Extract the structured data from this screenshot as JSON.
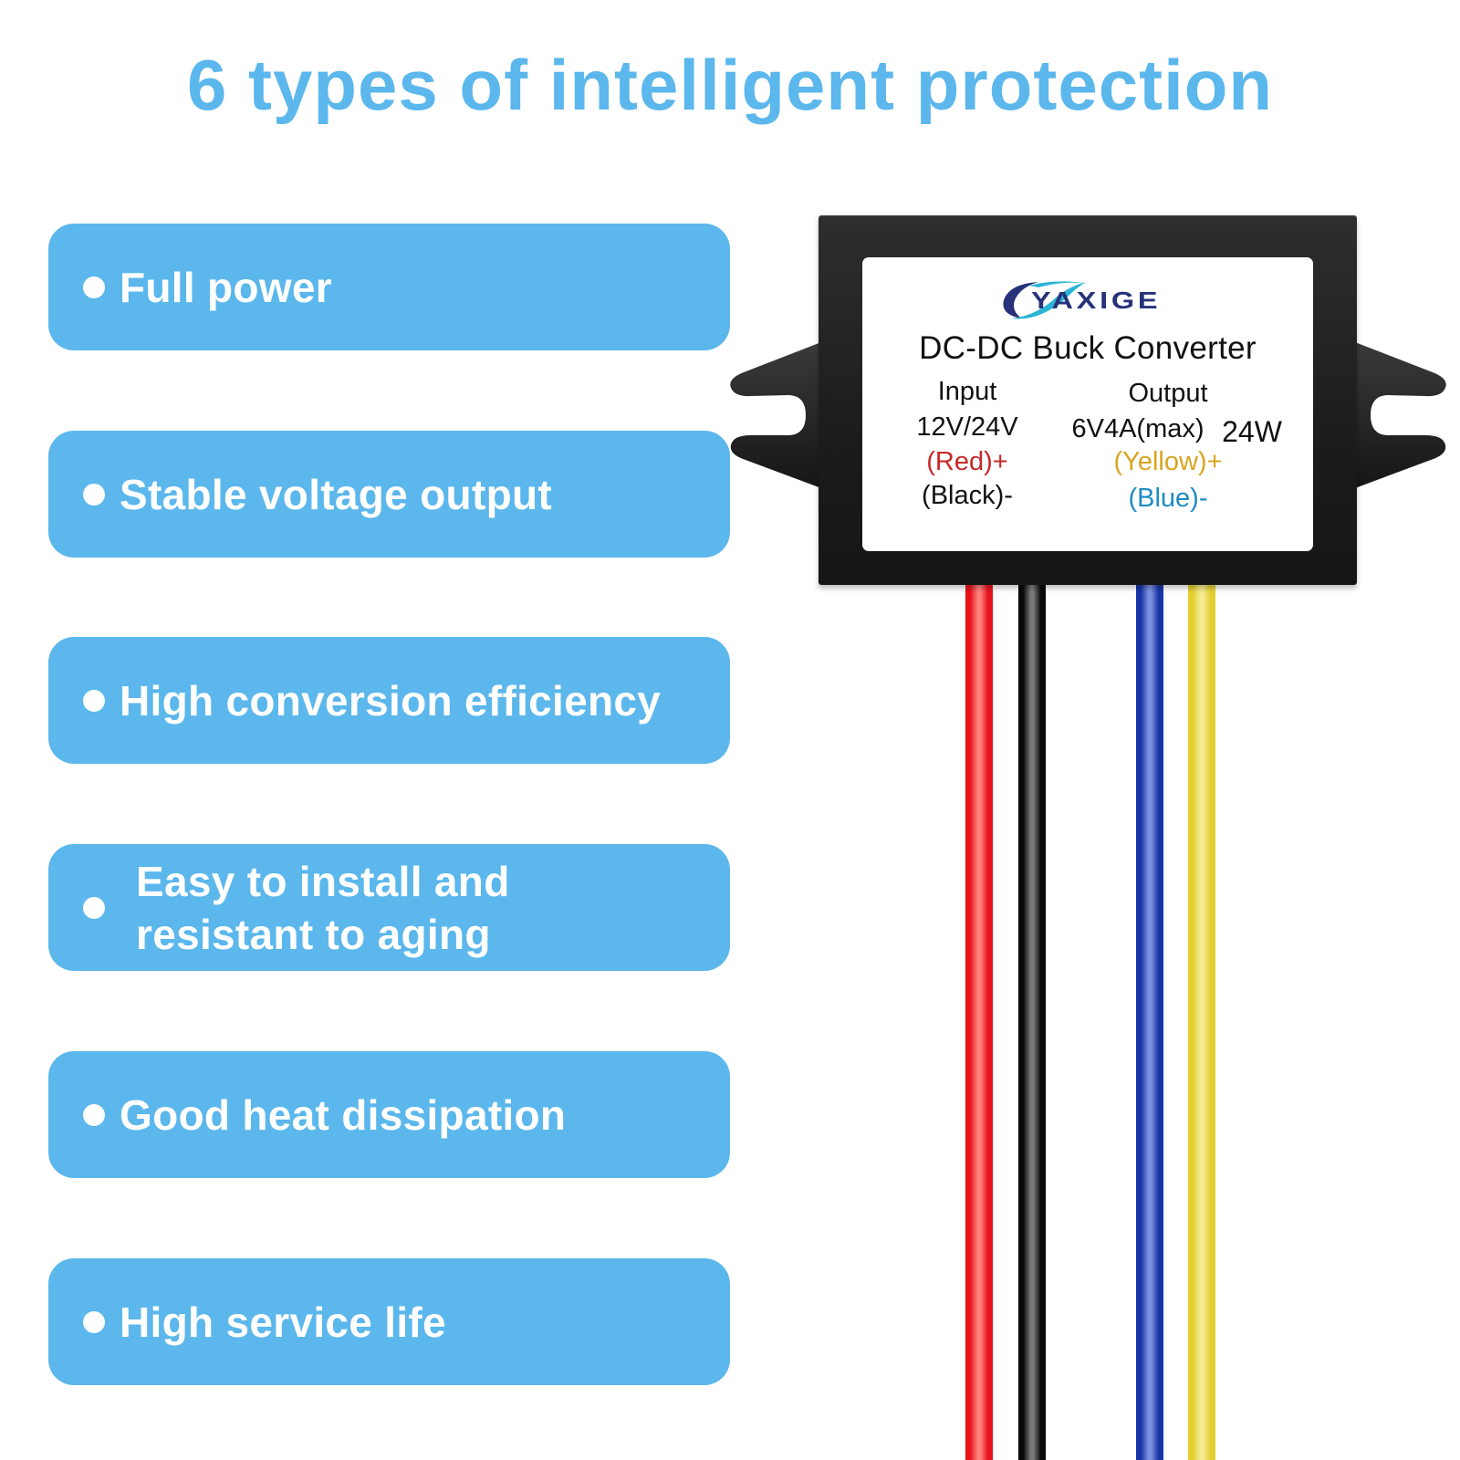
{
  "headline": {
    "text": "6 types of intelligent protection",
    "color": "#5BB7EC"
  },
  "features": {
    "background_color": "#5BB7EC",
    "text_color": "#FFFFFF",
    "items": [
      {
        "label": "Full power"
      },
      {
        "label": "Stable voltage output"
      },
      {
        "label": "High conversion efficiency"
      },
      {
        "label": "Easy to install and\nresistant to aging"
      },
      {
        "label": "Good heat dissipation"
      },
      {
        "label": "High service life"
      }
    ]
  },
  "device": {
    "brand": {
      "name": "YAXIGE",
      "primary_color": "#27327A",
      "accent_color": "#2AB4D6"
    },
    "title": "DC-DC Buck Converter",
    "input": {
      "heading": "Input",
      "voltage": "12V/24V",
      "positive": "(Red)+",
      "negative": "(Black)-",
      "positive_color": "#C62828",
      "negative_color": "#111111"
    },
    "output": {
      "heading": "Output",
      "rating": "6V4A(max)",
      "power": "24W",
      "positive": "(Yellow)+",
      "negative": "(Blue)-",
      "positive_color": "#D9A520",
      "negative_color": "#1E8BC3"
    },
    "wires": [
      {
        "name": "red",
        "color": "#E8141B",
        "highlight": "#FF8080"
      },
      {
        "name": "black",
        "color": "#0A0A0A",
        "highlight": "#7A7A7A"
      },
      {
        "name": "blue",
        "color": "#1835A8",
        "highlight": "#7A90E0"
      },
      {
        "name": "yellow",
        "color": "#E3CF30",
        "highlight": "#F7EC94"
      }
    ]
  }
}
